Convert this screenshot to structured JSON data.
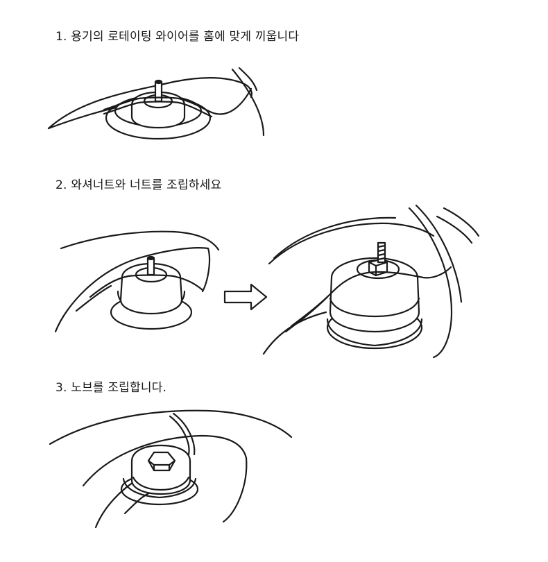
{
  "steps": [
    {
      "text": "1. 용기의 로테이팅 와이어를 홈에 맞게 끼웁니다"
    },
    {
      "text": "2. 와셔너트와 너트를 조립하세요"
    },
    {
      "text": "3. 노브를 조립합니다."
    }
  ],
  "colors": {
    "line": "#1a1a1a",
    "background": "#ffffff"
  },
  "icons": [
    "arrow-right-icon"
  ]
}
